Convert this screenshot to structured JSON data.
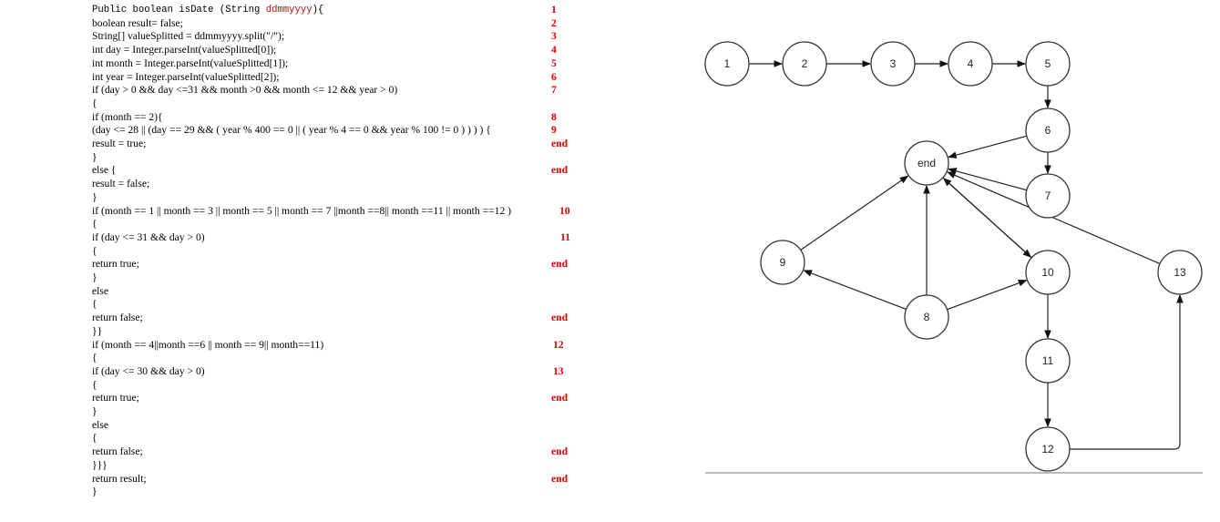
{
  "code": {
    "lines": [
      {
        "pre": "Public boolean isDate (String ",
        "param": "ddmmyyyy",
        "post": "){",
        "num": "1",
        "mono": true
      },
      {
        "text": " boolean result= false;",
        "num": "2"
      },
      {
        "text": "String[] valueSplitted = ddmmyyyy.split(\"/\");",
        "num": "3"
      },
      {
        "text": "int day = Integer.parseInt(valueSplitted[0]);",
        "num": "4"
      },
      {
        "text": "int month = Integer.parseInt(valueSplitted[1]);",
        "num": "5"
      },
      {
        "text": "int year = Integer.parseInt(valueSplitted[2]);",
        "num": "6"
      },
      {
        "text": "if (day > 0 && day <=31 && month >0 && month <= 12 && year > 0)",
        "num": "7"
      },
      {
        "text": "{",
        "num": ""
      },
      {
        "text": "if (month == 2){",
        "num": "8"
      },
      {
        "text": " (day <= 28 || (day == 29 && ( year % 400 == 0 || ( year % 4 == 0 && year % 100 != 0 ) ) ) ) {",
        "num": "9"
      },
      {
        "text": "result = true;",
        "num": "end"
      },
      {
        "text": "}",
        "num": ""
      },
      {
        "text": "else {",
        "num": "end"
      },
      {
        "text": "result =  false;",
        "num": ""
      },
      {
        "text": "}",
        "num": ""
      },
      {
        "text": "if (month == 1 || month == 3 || month == 5 || month == 7 ||month ==8|| month ==11 || month ==12 )",
        "num": "10"
      },
      {
        "text": "{",
        "num": ""
      },
      {
        "text": "if (day <= 31 && day > 0)",
        "num": "11"
      },
      {
        "text": "{",
        "num": ""
      },
      {
        "text": "return true;",
        "num": "end"
      },
      {
        "text": "}",
        "num": ""
      },
      {
        "text": "else",
        "num": ""
      },
      {
        "text": "{",
        "num": ""
      },
      {
        "text": "return false;",
        "num": "end"
      },
      {
        "text": "}}",
        "num": ""
      },
      {
        "text": "if (month == 4||month ==6 || month == 9|| month==11)",
        "num": "12"
      },
      {
        "text": "{",
        "num": ""
      },
      {
        "text": "if (day <= 30 && day > 0)",
        "num": "13"
      },
      {
        "text": "{",
        "num": ""
      },
      {
        "text": "return true;",
        "num": "end"
      },
      {
        "text": "}",
        "num": ""
      },
      {
        "text": "else",
        "num": ""
      },
      {
        "text": "{",
        "num": ""
      },
      {
        "text": "return false;",
        "num": "end"
      },
      {
        "text": "}}}",
        "num": ""
      },
      {
        "text": "return result;",
        "num": "end"
      },
      {
        "text": "}",
        "num": ""
      }
    ]
  },
  "graph": {
    "nodes": [
      {
        "id": "1",
        "label": "1"
      },
      {
        "id": "2",
        "label": "2"
      },
      {
        "id": "3",
        "label": "3"
      },
      {
        "id": "4",
        "label": "4"
      },
      {
        "id": "5",
        "label": "5"
      },
      {
        "id": "6",
        "label": "6"
      },
      {
        "id": "7",
        "label": "7"
      },
      {
        "id": "end",
        "label": "end"
      },
      {
        "id": "9",
        "label": "9"
      },
      {
        "id": "8",
        "label": "8"
      },
      {
        "id": "10",
        "label": "10"
      },
      {
        "id": "11",
        "label": "11"
      },
      {
        "id": "12",
        "label": "12"
      },
      {
        "id": "13",
        "label": "13"
      }
    ],
    "edges": [
      {
        "from": "1",
        "to": "2"
      },
      {
        "from": "2",
        "to": "3"
      },
      {
        "from": "3",
        "to": "4"
      },
      {
        "from": "4",
        "to": "5"
      },
      {
        "from": "5",
        "to": "6"
      },
      {
        "from": "6",
        "to": "7"
      },
      {
        "from": "6",
        "to": "end"
      },
      {
        "from": "7",
        "to": "end"
      },
      {
        "from": "9",
        "to": "end"
      },
      {
        "from": "8",
        "to": "end"
      },
      {
        "from": "8",
        "to": "9"
      },
      {
        "from": "8",
        "to": "10"
      },
      {
        "from": "10",
        "to": "end"
      },
      {
        "from": "end",
        "to": "10"
      },
      {
        "from": "13",
        "to": "end"
      },
      {
        "from": "10",
        "to": "11"
      },
      {
        "from": "11",
        "to": "12"
      },
      {
        "from": "12",
        "to": "13"
      }
    ]
  }
}
